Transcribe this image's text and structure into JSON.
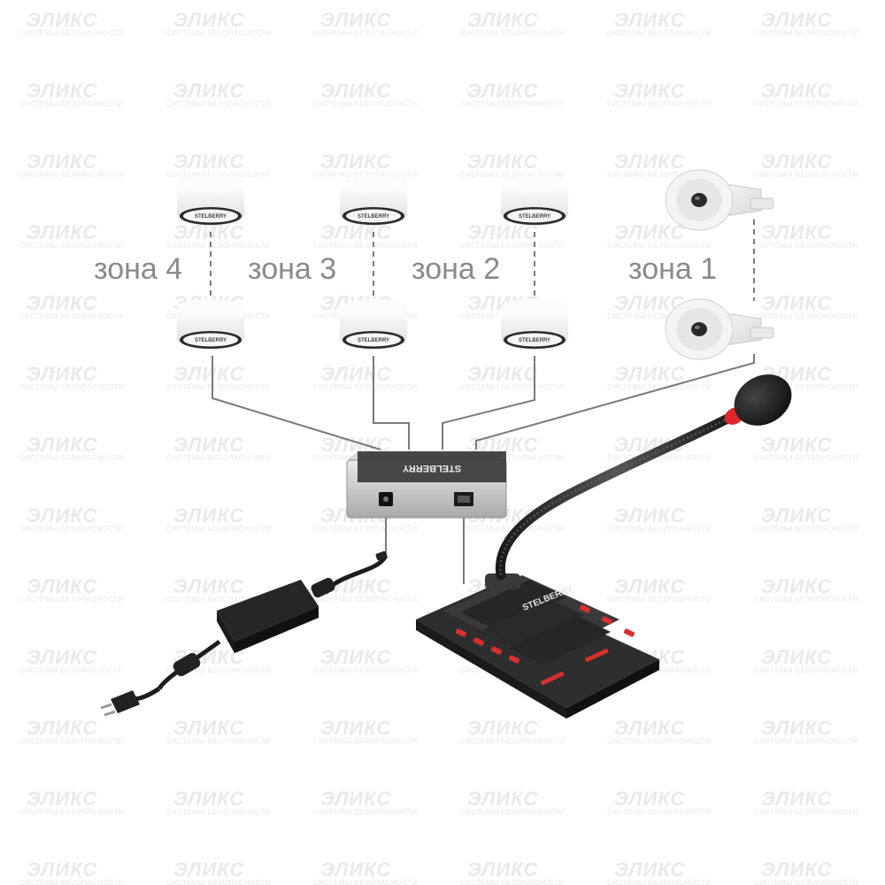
{
  "watermark": {
    "line1": "ЭЛИКС",
    "line2": "СИСТЕМЫ БЕЗОПАСНОСТИ"
  },
  "zones": [
    {
      "label": "зона 4",
      "speaker_type": "ceiling"
    },
    {
      "label": "зона 3",
      "speaker_type": "ceiling"
    },
    {
      "label": "зона 2",
      "speaker_type": "ceiling"
    },
    {
      "label": "зона 1",
      "speaker_type": "horn"
    }
  ],
  "brand": "STELBERRY",
  "colors": {
    "line": "#7a7a7a",
    "zone_text": "#8a8a8a",
    "console_body": "#2b2b2b",
    "mic_ring": "#e0262b",
    "speaker_body": "#f3f3f3"
  }
}
